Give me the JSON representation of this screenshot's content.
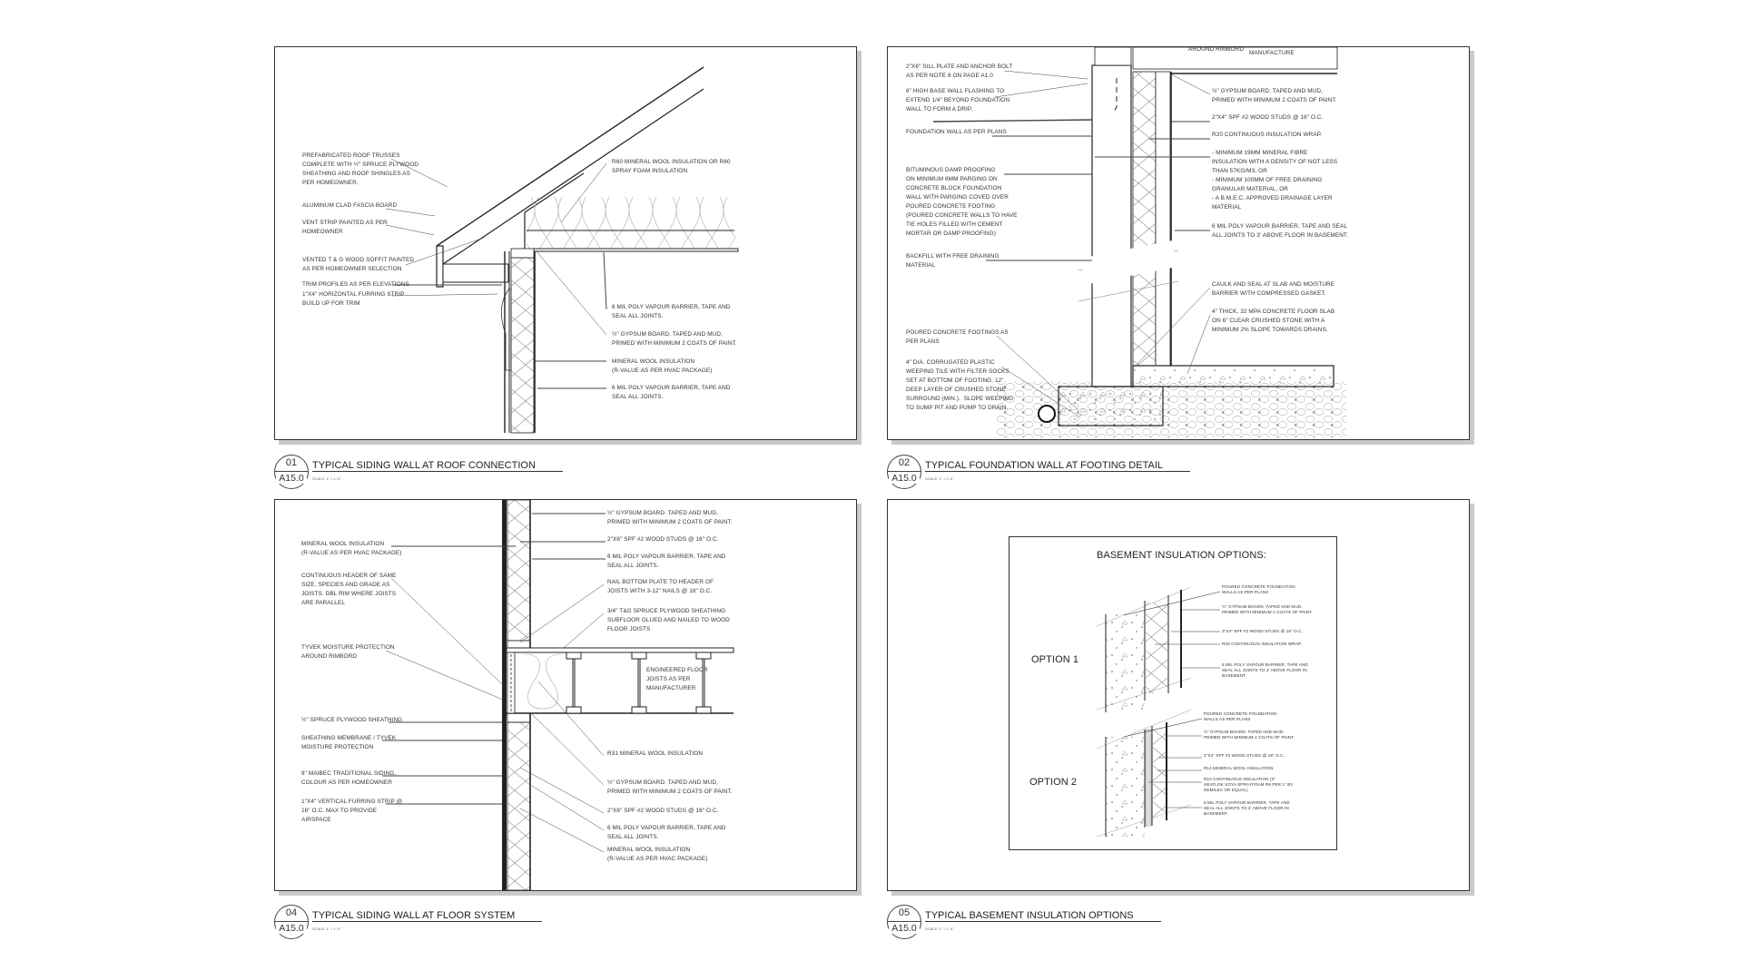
{
  "details": [
    {
      "number": "01",
      "sheet": "A15.0",
      "title": "TYPICAL SIDING WALL AT ROOF CONNECTION",
      "scale": "SCALE: 1\" = 1'-0\"",
      "labels": [
        "PREFABRICATED ROOF TRUSSES\nCOMPLETE WITH ½\" SPRUCE PLYWOOD\nSHEATHING AND ROOF SHINGLES AS\nPER HOMEOWNER.",
        "ALUMINUM CLAD FASCIA BOARD",
        "VENT STRIP PAINTED AS PER\nHOMEOWNER",
        "VENTED T & G WOOD SOFFIT PAINTED\nAS PER HOMEOWNER SELECTION",
        "TRIM PROFILES AS PER ELEVATIONS",
        "1\"x4\" HORIZONTAL FURRING STRIP\nBUILD UP FOR TRIM",
        "R60 MINERAL WOOL INSULATION OR R60\nSPRAY FOAM INSULATION.",
        "6 MIL POLY VAPOUR BARRIER, TAPE AND\nSEAL ALL JOINTS.",
        "½\" GYPSUM BOARD. TAPED AND MUD,\nPRIMED WITH MINIMUM 2 COATS OF PAINT.",
        "MINERAL WOOL INSULATION\n(R-VALUE AS PER HVAC PACKAGE)",
        "6 MIL POLY VAPOUR BARRIER, TAPE AND\nSEAL ALL JOINTS."
      ]
    },
    {
      "number": "02",
      "sheet": "A15.0",
      "title": "TYPICAL FOUNDATION WALL AT FOOTING DETAIL",
      "scale": "SCALE: 1\" = 1'-0\"",
      "labels": [
        "2\"x6\" SILL PLATE AND ANCHOR BOLT\nAS PER NOTE 8 ON PAGE A1.0",
        "6\" HIGH BASE WALL FLASHING TO\nEXTEND 1/4\" BEYOND FOUNDATION\nWALL TO FORM A DRIP.",
        "FOUNDATION WALL AS PER PLANS",
        "BITUMINOUS DAMP PROOFING\nON MINIMUM 6mm PARGING ON\nCONCRETE BLOCK FOUNDATION\nWALL WITH PARGING COVED OVER\nPOURED CONCRETE FOOTING\n(POURED CONCRETE WALLS TO HAVE\nTIE HOLES FILLED WITH CEMENT\nMORTAR OR DAMP PROOFING)",
        "BACKFILL WITH FREE DRAINING\nMATERIAL",
        "POURED CONCRETE FOOTINGS AS\nPER PLANS",
        "4\" DIA. CORRUGATED PLASTIC\nWEEPING TILE WITH FILTER SOCKS\nSET AT BOTTOM OF FOOTING. 12\"\nDEEP LAYER OF CRUSHED STONE\nSURROUND (MIN.).  SLOPE WEEPING\nTO SUMP PIT AND PUMP TO DRAIN.",
        "½\" GYPSUM BOARD. TAPED AND MUD,\nPRIMED WITH MINIMUM 2 COATS OF PAINT.",
        "2\"x4\" SPF #2 WOOD STUDS @ 16\" O.C.",
        "R20 CONTINUOUS INSULATION WRAP.",
        "- MINIMUM 19mm MINERAL FIBRE\nINSULATION WITH A DENSITY OF NOT LESS\nTHAN 57kg/M3, OR\n- MINIMUM 100mm OF FREE DRAINING\nGRANULAR MATERIAL, OR\n- A B.M.E.C. APPROVED DRAINAGE LAYER\nMATERIAL",
        "6 MIL POLY VAPOUR BARRIER, TAPE AND SEAL\nALL JOINTS TO 3' ABOVE FLOOR IN BASEMENT.",
        "CAULK AND SEAL AT SLAB AND MOISTURE\nBARRIER WITH COMPRESSED GASKET.",
        "4\" THICK, 32 MPA CONCRETE FLOOR SLAB\nON 6\" CLEAR CRUSHED STONE WITH A\nMINIMUM 2% SLOPE TOWARDS DRAINS.",
        "AROUND RIMBORD",
        "MANUFACTURE"
      ]
    },
    {
      "number": "04",
      "sheet": "A15.0",
      "title": "TYPICAL SIDING WALL AT FLOOR SYSTEM",
      "scale": "SCALE: 1\" = 1'-0\"",
      "labels": [
        "MINERAL WOOL INSULATION\n(R-VALUE AS PER HVAC PACKAGE)",
        "CONTINUOUS HEADER OF SAME\nSIZE, SPECIES AND GRADE AS\nJOISTS. DBL RIM WHERE JOISTS\nARE PARALLEL",
        "TYVEK MOISTURE PROTECTION\nAROUND RIMBORD",
        "½\" SPRUCE PLYWOOD SHEATHING",
        "SHEATHING MEMBRANE / TYVEK\nMOISTURE PROTECTION",
        "8\" MAIBEC TRADITIONAL SIDING,\nCOLOUR AS PER HOMEOWNER",
        "1\"x4\" VERTICAL FURRING STRIP @\n16\" O.C. MAX TO PROVIDE\nAIRSPACE",
        "½\" GYPSUM BOARD. TAPED AND MUD,\nPRIMED WITH MINIMUM 2 COATS OF PAINT.",
        "2\"x6\" SPF #2 WOOD STUDS @ 16\" O.C.",
        "6 MIL POLY VAPOUR BARRIER, TAPE AND\nSEAL ALL JOINTS.",
        "NAIL BOTTOM PLATE TO HEADER OF\nJOISTS WITH 3-12\" NAILS @ 16\" O.C.",
        "3/4\" T&G SPRUCE PLYWOOD SHEATHING\nSUBFLOOR GLUED AND NAILED TO WOOD\nFLOOR JOISTS",
        "ENGINEERED FLOOR\nJOISTS AS PER\nMANUFACTURER",
        "R31 MINERAL WOOL INSULATION",
        "½\" GYPSUM BOARD. TAPED AND MUD,\nPRIMED WITH MINIMUM 2 COATS OF PAINT.",
        "2\"x6\" SPF #2 WOOD STUDS @ 16\" O.C.",
        "6 MIL POLY VAPOUR BARRIER, TAPE AND\nSEAL ALL JOINTS.",
        "MINERAL WOOL INSULATION\n(R-VALUE AS PER HVAC PACKAGE)"
      ]
    },
    {
      "number": "05",
      "sheet": "A15.0",
      "title": "TYPICAL BASEMENT INSULATION OPTIONS",
      "scale": "SCALE: 1\" = 1'-0\"",
      "heading": "BASEMENT INSULATION OPTIONS:",
      "option1": {
        "label": "OPTION 1",
        "notes": [
          "POURED CONCRETE FOUNDATION\nWALLS AS PER PLANS",
          "½\" GYPSUM BOARD. TAPED AND MUD.\nPRIMED WITH MINIMUM 2 COATS OF PAINT.",
          "2\"x4\" SPF #2 WOOD STUDS @ 16\" O.C.",
          "R20 CONTINUOUS INSULATION WRAP.",
          "6 MIL POLY VAPOUR BARRIER, TAPE AND\nSEAL ALL JOINTS TO 3' ABOVE FLOOR IN\nBASEMENT."
        ]
      },
      "option2": {
        "label": "OPTION 2",
        "notes": [
          "POURED CONCRETE FOUNDATION\nWALLS AS PER PLANS",
          "½\" GYPSUM BOARD. TAPED AND MUD.\nPRIMED WITH MINIMUM 2 COATS OF PAINT.",
          "2\"x4\" SPF #2 WOOD STUDS @ 16\" O.C.",
          "R14 MINERAL WOOL INSULATION",
          "R10 CONTINUOUS INSULATION (2\"\nHEATLOK SOYA SPRAYFOAM R6 PER 1\" BY\nDEMILEC OR EQUAL)",
          "6 MIL POLY VAPOUR BARRIER, TAPE AND\nSEAL ALL JOINTS TO 3' ABOVE FLOOR IN\nBASEMENT."
        ]
      }
    }
  ]
}
